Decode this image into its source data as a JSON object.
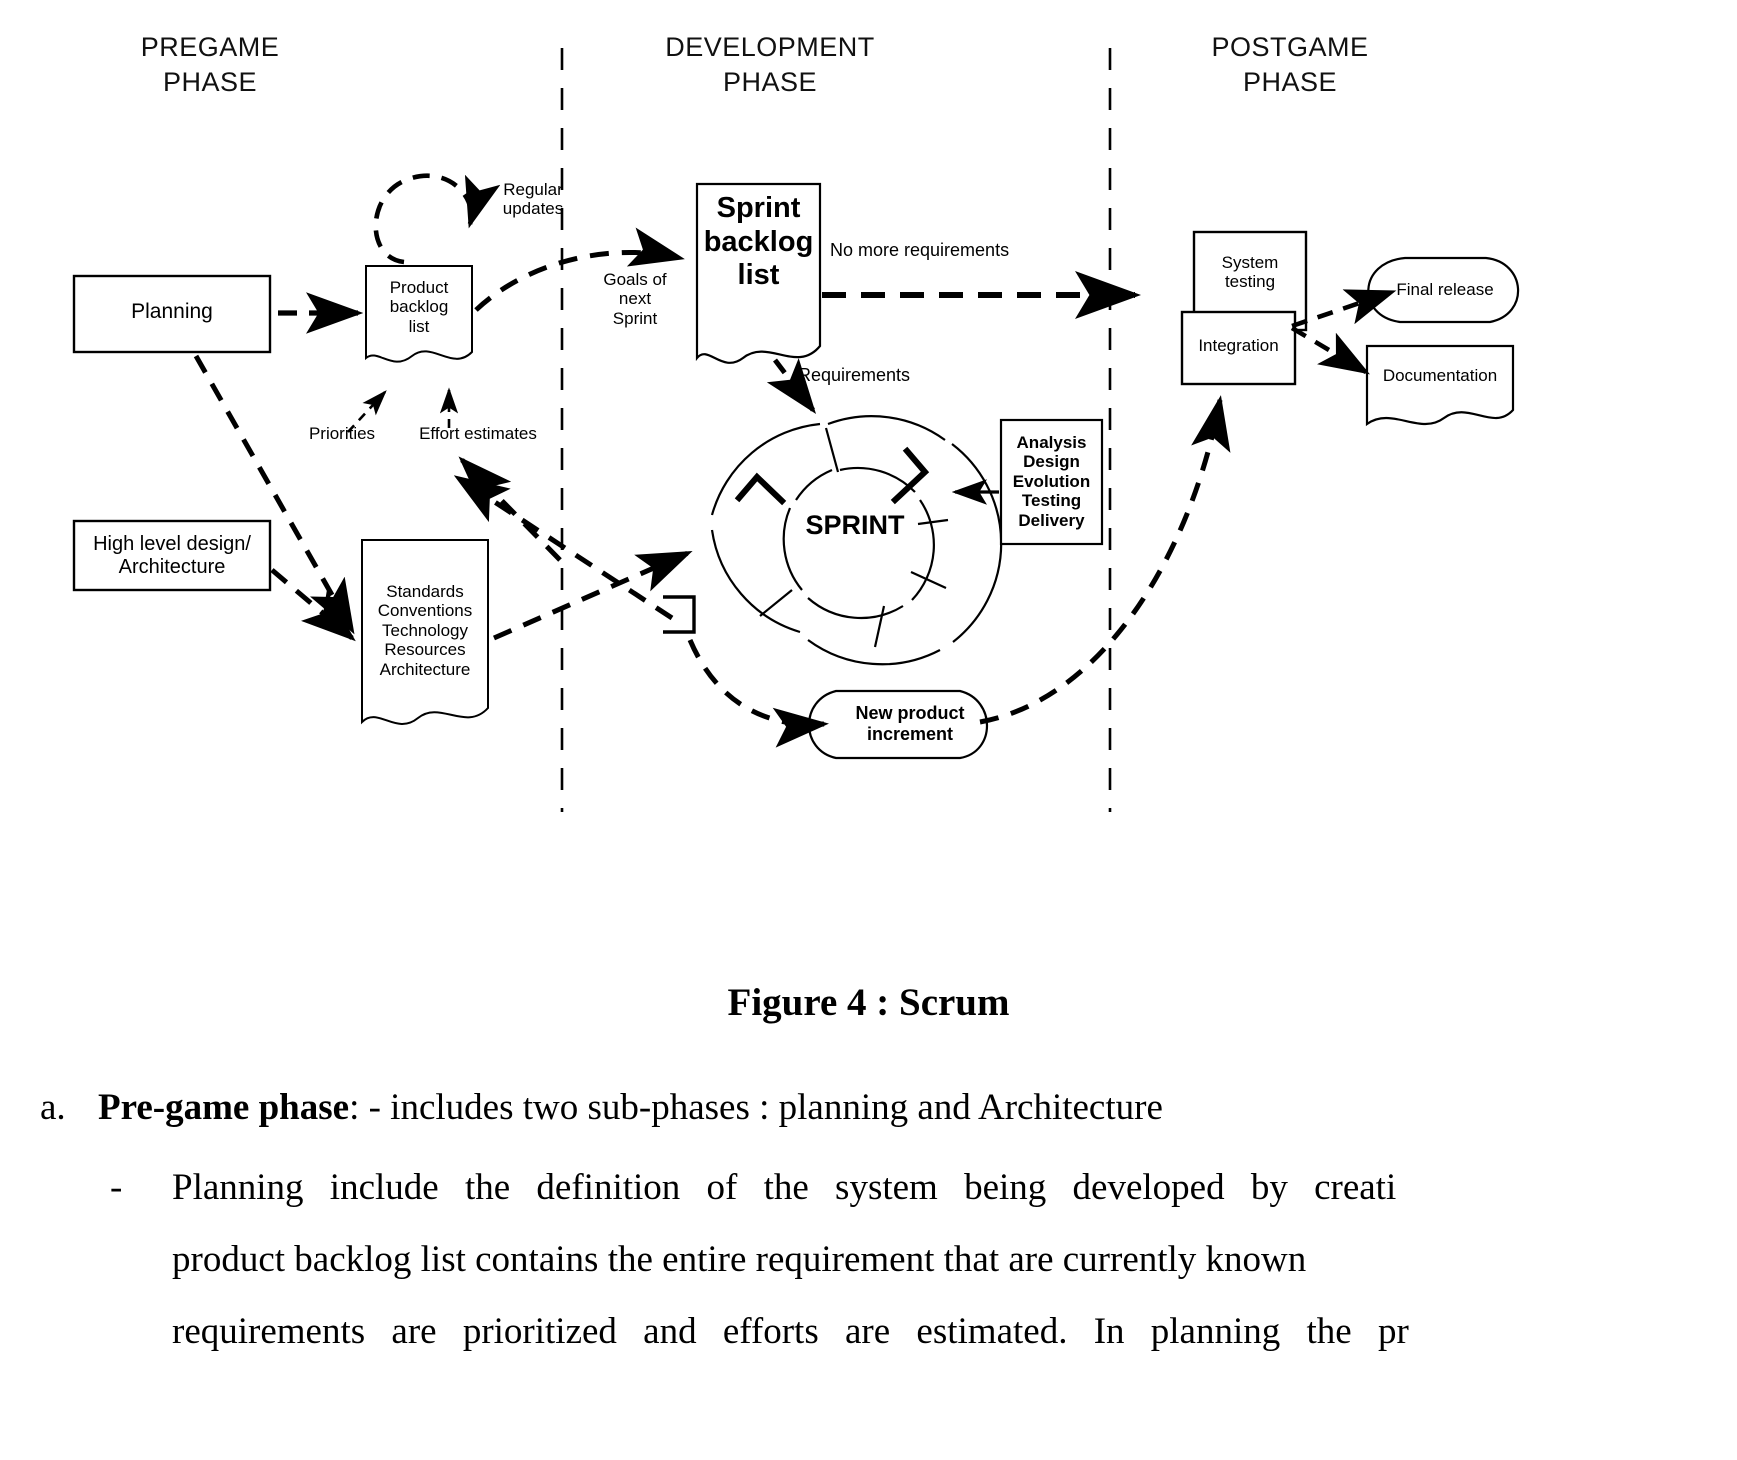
{
  "figure": {
    "phases": [
      {
        "id": "pregame",
        "label": "PREGAME\nPHASE"
      },
      {
        "id": "development",
        "label": "DEVELOPMENT\nPHASE"
      },
      {
        "id": "postgame",
        "label": "POSTGAME\nPHASE"
      }
    ],
    "nodes": [
      {
        "id": "planning",
        "label": "Planning"
      },
      {
        "id": "product-backlog-list",
        "label": "Product\nbacklog\nlist"
      },
      {
        "id": "high-level-design",
        "label": "High level design/\nArchitecture"
      },
      {
        "id": "standards",
        "label": "Standards\nConventions\nTechnology\nResources\nArchitecture"
      },
      {
        "id": "sprint-backlog-list",
        "label": "Sprint\nbacklog\nlist"
      },
      {
        "id": "sprint",
        "label": "SPRINT"
      },
      {
        "id": "analysis-design",
        "label": "Analysis\nDesign\nEvolution\nTesting\nDelivery"
      },
      {
        "id": "new-product-increment",
        "label": "New  product\nincrement"
      },
      {
        "id": "system-testing",
        "label": "System\ntesting"
      },
      {
        "id": "integration",
        "label": "Integration"
      },
      {
        "id": "final-release",
        "label": "Final release"
      },
      {
        "id": "documentation",
        "label": "Documentation"
      }
    ],
    "edges": [
      {
        "id": "regular-updates",
        "label": "Regular\nupdates"
      },
      {
        "id": "priorities",
        "label": "Priorities"
      },
      {
        "id": "effort-estimates",
        "label": "Effort estimates"
      },
      {
        "id": "goals-of-next-sprint",
        "label": "Goals of\nnext\nSprint"
      },
      {
        "id": "no-more-requirements",
        "label": "No more requirements"
      },
      {
        "id": "requirements",
        "label": "Requirements"
      }
    ],
    "colors": {
      "stroke": "#000000",
      "background": "#ffffff"
    }
  },
  "caption": "Figure 4 : Scrum",
  "body": {
    "item_marker": "a.",
    "item_bold": "Pre-game phase",
    "item_rest": ": -  includes two sub-phases : planning and Architecture",
    "sub_items": [
      {
        "marker": "-",
        "text": "Planning  include  the  definition  of  the  system  being  developed  by  creati"
      },
      {
        "marker": "",
        "text": "product backlog list contains the entire requirement that are currently known"
      },
      {
        "marker": "",
        "text": "requirements  are  prioritized  and  efforts  are  estimated.  In  planning  the  pr"
      }
    ]
  }
}
